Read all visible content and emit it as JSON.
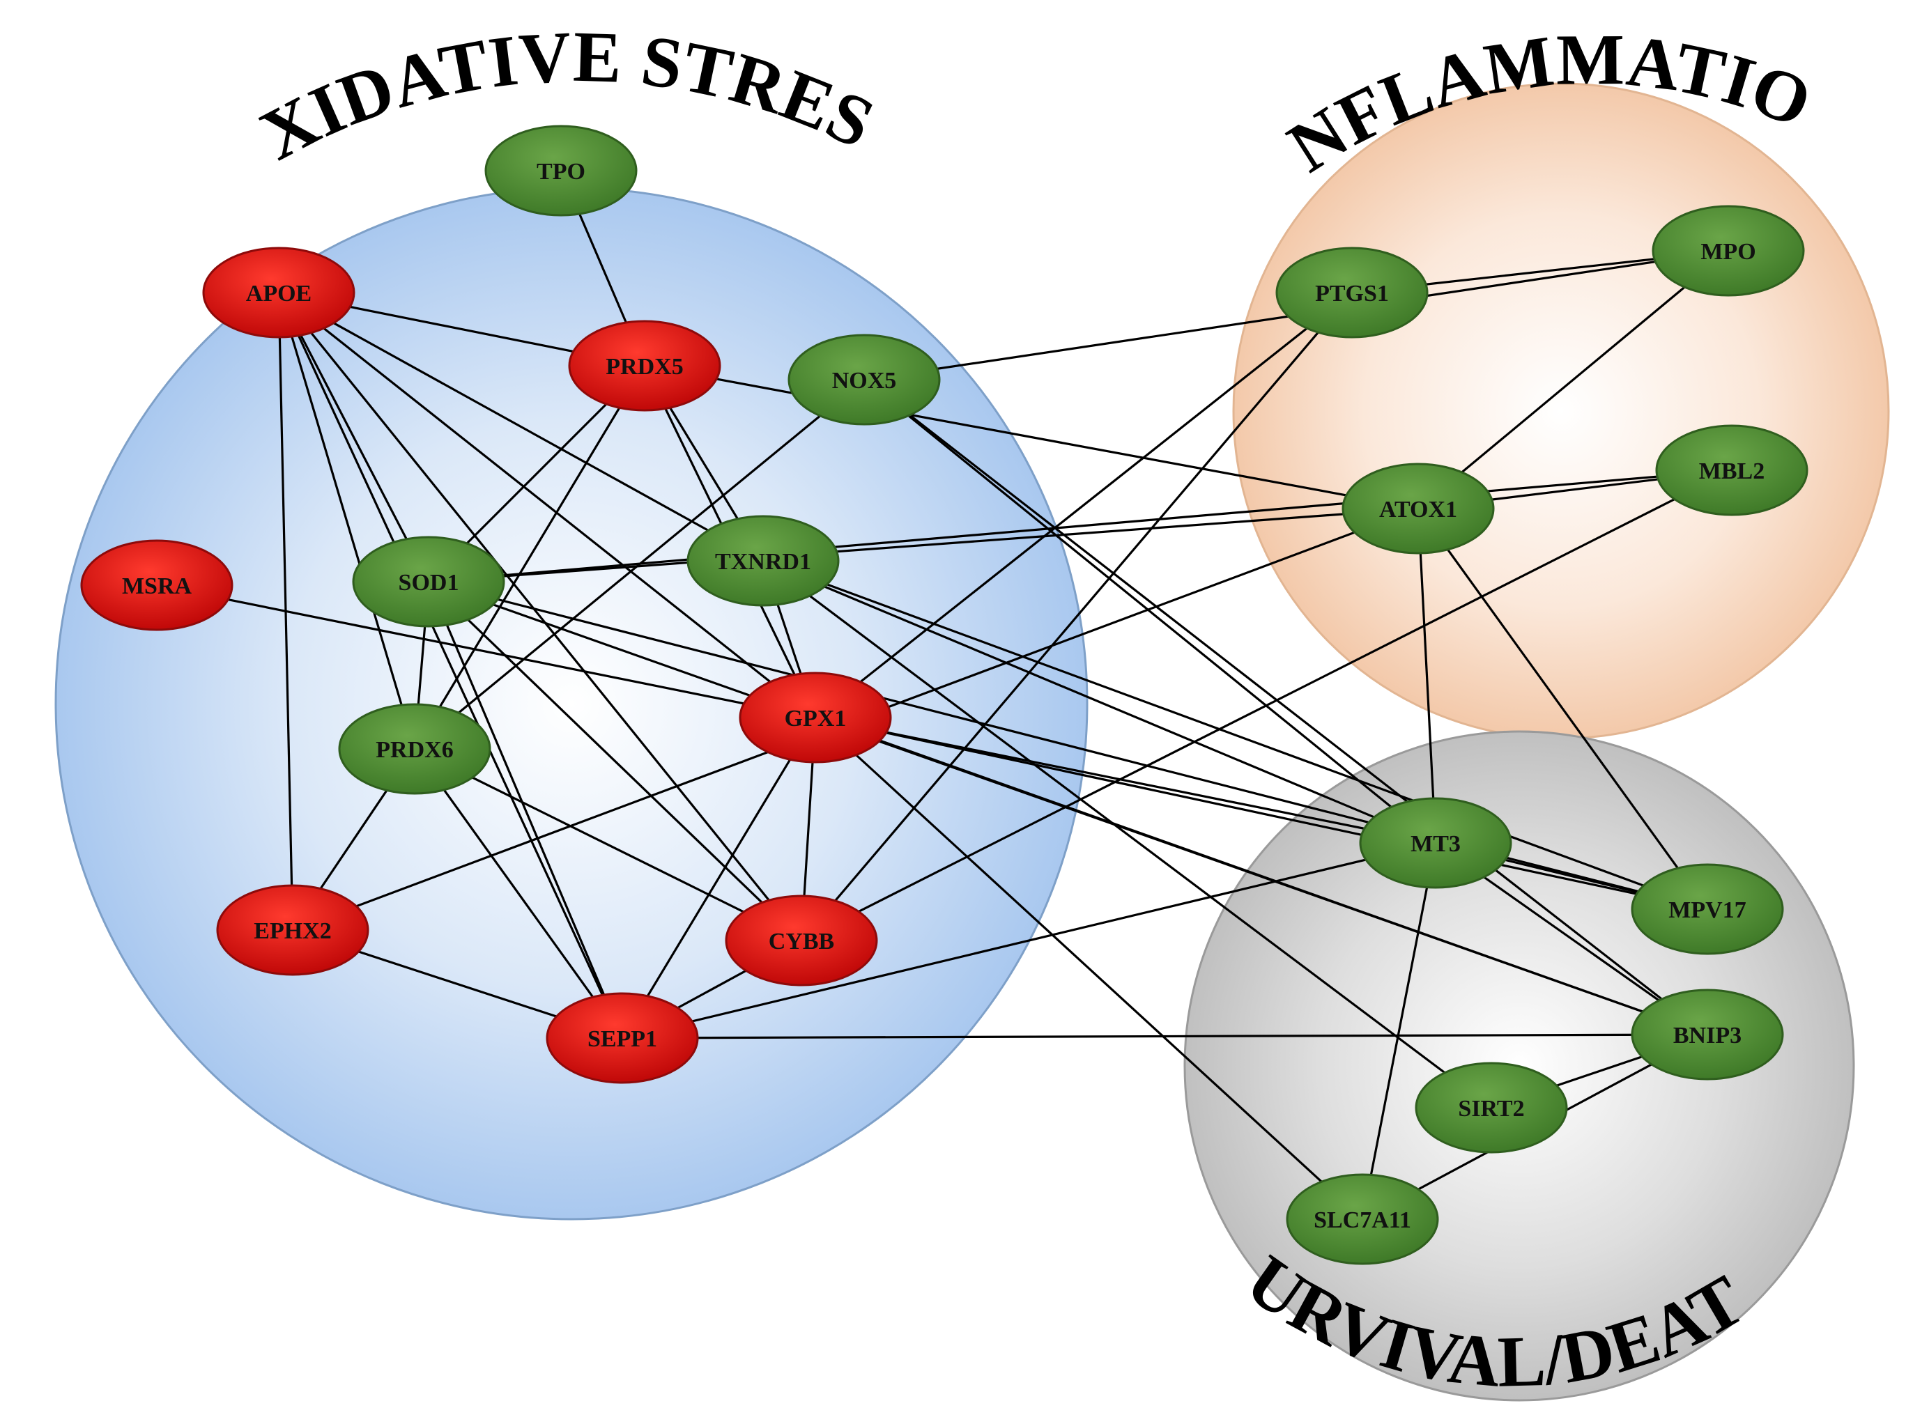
{
  "groups": [
    {
      "id": "oxidative",
      "title": "OXIDATIVE STRESS",
      "color": "#a9c8ef"
    },
    {
      "id": "inflammation",
      "title": "INFLAMMATION",
      "color": "#f5cdb0"
    },
    {
      "id": "survival",
      "title": "SURVIVAL/DEATH",
      "color": "#c4c4c4"
    }
  ],
  "legend_colors": {
    "red_node": "#d01010",
    "green_node": "#4e8a32"
  },
  "nodes": [
    {
      "id": "TPO",
      "label": "TPO",
      "color": "green"
    },
    {
      "id": "APOE",
      "label": "APOE",
      "color": "red"
    },
    {
      "id": "PRDX5",
      "label": "PRDX5",
      "color": "red"
    },
    {
      "id": "NOX5",
      "label": "NOX5",
      "color": "green"
    },
    {
      "id": "MSRA",
      "label": "MSRA",
      "color": "red"
    },
    {
      "id": "SOD1",
      "label": "SOD1",
      "color": "green"
    },
    {
      "id": "TXNRD1",
      "label": "TXNRD1",
      "color": "green"
    },
    {
      "id": "GPX1",
      "label": "GPX1",
      "color": "red"
    },
    {
      "id": "PRDX6",
      "label": "PRDX6",
      "color": "green"
    },
    {
      "id": "EPHX2",
      "label": "EPHX2",
      "color": "red"
    },
    {
      "id": "CYBB",
      "label": "CYBB",
      "color": "red"
    },
    {
      "id": "SEPP1",
      "label": "SEPP1",
      "color": "red"
    },
    {
      "id": "PTGS1",
      "label": "PTGS1",
      "color": "green"
    },
    {
      "id": "MPO",
      "label": "MPO",
      "color": "green"
    },
    {
      "id": "ATOX1",
      "label": "ATOX1",
      "color": "green"
    },
    {
      "id": "MBL2",
      "label": "MBL2",
      "color": "green"
    },
    {
      "id": "MT3",
      "label": "MT3",
      "color": "green"
    },
    {
      "id": "MPV17",
      "label": "MPV17",
      "color": "green"
    },
    {
      "id": "BNIP3",
      "label": "BNIP3",
      "color": "green"
    },
    {
      "id": "SIRT2",
      "label": "SIRT2",
      "color": "green"
    },
    {
      "id": "SLC7A11",
      "label": "SLC7A11",
      "color": "green"
    }
  ],
  "edges": [
    [
      "TPO",
      "PRDX5"
    ],
    [
      "APOE",
      "PRDX5"
    ],
    [
      "APOE",
      "SOD1"
    ],
    [
      "APOE",
      "PRDX6"
    ],
    [
      "APOE",
      "EPHX2"
    ],
    [
      "APOE",
      "GPX1"
    ],
    [
      "APOE",
      "CYBB"
    ],
    [
      "APOE",
      "TXNRD1"
    ],
    [
      "APOE",
      "SEPP1"
    ],
    [
      "PRDX5",
      "ATOX1"
    ],
    [
      "PRDX5",
      "SOD1"
    ],
    [
      "PRDX5",
      "PRDX6"
    ],
    [
      "PRDX5",
      "TXNRD1"
    ],
    [
      "PRDX5",
      "GPX1"
    ],
    [
      "NOX5",
      "MPO"
    ],
    [
      "NOX5",
      "PRDX6"
    ],
    [
      "NOX5",
      "MT3"
    ],
    [
      "NOX5",
      "BNIP3"
    ],
    [
      "MSRA",
      "MT3"
    ],
    [
      "SOD1",
      "ATOX1"
    ],
    [
      "SOD1",
      "MBL2"
    ],
    [
      "SOD1",
      "PRDX6"
    ],
    [
      "SOD1",
      "CYBB"
    ],
    [
      "SOD1",
      "SEPP1"
    ],
    [
      "SOD1",
      "MPV17"
    ],
    [
      "SOD1",
      "BNIP3"
    ],
    [
      "TXNRD1",
      "GPX1"
    ],
    [
      "TXNRD1",
      "SIRT2"
    ],
    [
      "TXNRD1",
      "MT3"
    ],
    [
      "TXNRD1",
      "MPV17"
    ],
    [
      "GPX1",
      "PTGS1"
    ],
    [
      "GPX1",
      "CYBB"
    ],
    [
      "GPX1",
      "SEPP1"
    ],
    [
      "GPX1",
      "SLC7A11"
    ],
    [
      "GPX1",
      "MPV17"
    ],
    [
      "GPX1",
      "BNIP3"
    ],
    [
      "PRDX6",
      "EPHX2"
    ],
    [
      "PRDX6",
      "CYBB"
    ],
    [
      "PRDX6",
      "SEPP1"
    ],
    [
      "EPHX2",
      "SEPP1"
    ],
    [
      "EPHX2",
      "ATOX1"
    ],
    [
      "CYBB",
      "PTGS1"
    ],
    [
      "CYBB",
      "MBL2"
    ],
    [
      "CYBB",
      "SEPP1"
    ],
    [
      "SEPP1",
      "BNIP3"
    ],
    [
      "SEPP1",
      "MT3"
    ],
    [
      "PTGS1",
      "MPO"
    ],
    [
      "MPO",
      "ATOX1"
    ],
    [
      "ATOX1",
      "MBL2"
    ],
    [
      "ATOX1",
      "MT3"
    ],
    [
      "ATOX1",
      "MPV17"
    ],
    [
      "MT3",
      "MPV17"
    ],
    [
      "MT3",
      "SLC7A11"
    ],
    [
      "MT3",
      "BNIP3"
    ],
    [
      "BNIP3",
      "SIRT2"
    ],
    [
      "BNIP3",
      "SLC7A11"
    ]
  ]
}
